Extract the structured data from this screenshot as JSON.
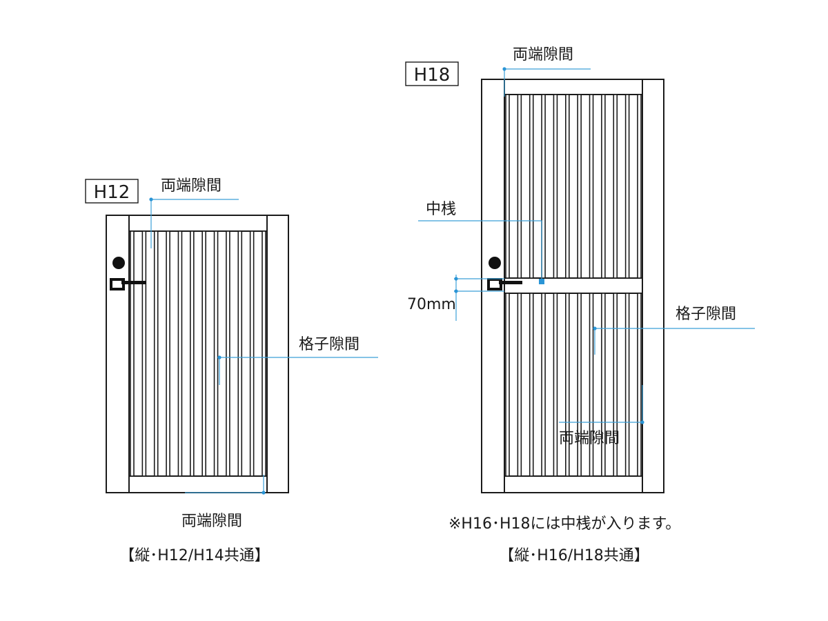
{
  "left_gate": {
    "tag": "H12",
    "labels": {
      "gap_top": "両端隙間",
      "lattice_gap": "格子隙間",
      "gap_bottom": "両端隙間"
    },
    "caption": "【縦･H12/H14共通】"
  },
  "right_gate": {
    "tag": "H18",
    "labels": {
      "gap_top": "両端隙間",
      "mid_rail": "中桟",
      "dimension": "70mm",
      "lattice_gap": "格子隙間",
      "gap_bottom": "両端隙間"
    },
    "note": "※H16･H18には中桟が入ります。",
    "caption": "【縦･H16/H18共通】"
  },
  "colors": {
    "line": "#1a1a1a",
    "leader": "#3a9fd8",
    "leader_dot": "#2a95d6",
    "background": "#ffffff"
  },
  "icons": {
    "keyhole": "keyhole-icon",
    "handle": "lever-handle-icon"
  }
}
